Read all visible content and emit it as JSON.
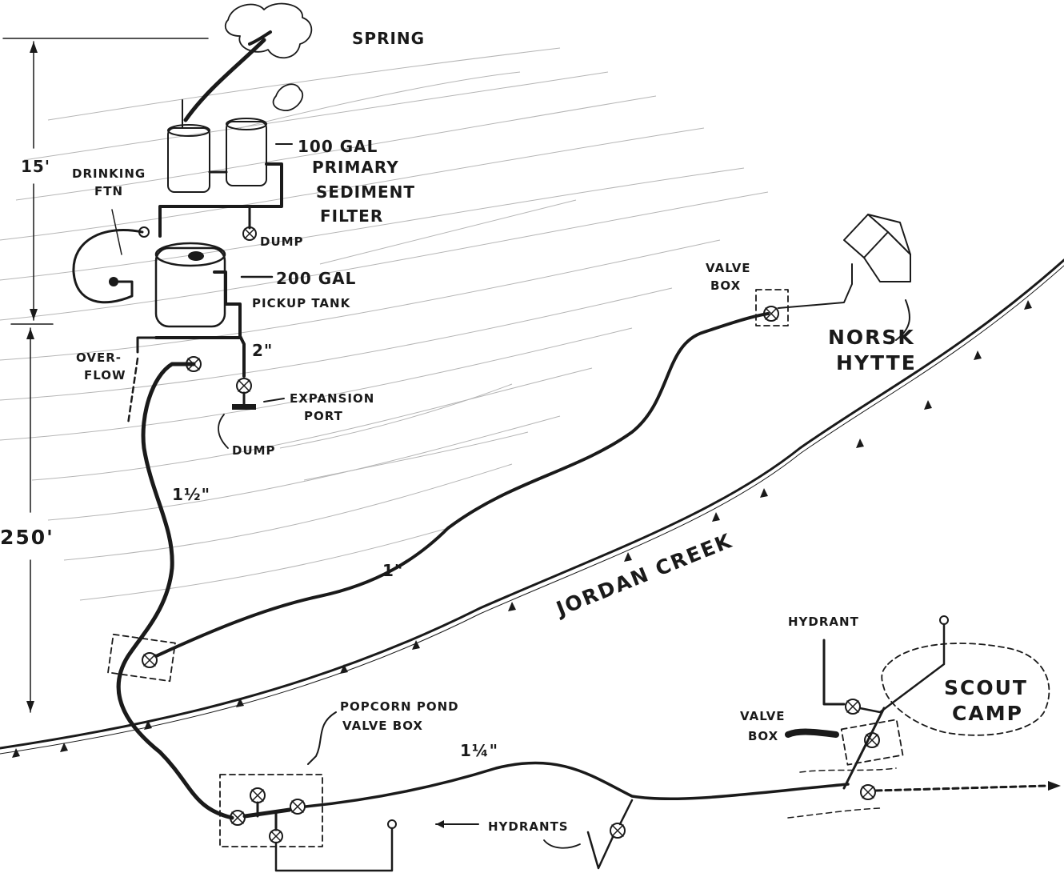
{
  "labels": {
    "spring": "SPRING",
    "tank_100": [
      "100 GAL",
      "PRIMARY",
      "SEDIMENT",
      "FILTER"
    ],
    "drinking_ftn": [
      "DRINKING",
      "FTN"
    ],
    "dump_1": "DUMP",
    "tank_200": [
      "200 GAL",
      "PICKUP TANK"
    ],
    "pipe_2in": "2\"",
    "overflow": [
      "OVER-",
      "FLOW"
    ],
    "expansion_port": [
      "EXPANSION",
      "PORT"
    ],
    "dump_2": "DUMP",
    "pipe_1_5in": "1½\"",
    "pipe_1in": "1\"",
    "jordan_creek": "JORDAN CREEK",
    "valve_box_norsk": [
      "VALVE",
      "BOX"
    ],
    "norsk_hytte": [
      "NORSK",
      "HYTTE"
    ],
    "dim_15": "15'",
    "dim_250": "250'",
    "popcorn_pond": [
      "POPCORN POND",
      "VALVE BOX"
    ],
    "pipe_1_25in": "1¼\"",
    "hydrants": "HYDRANTS",
    "hydrant": "HYDRANT",
    "valve_box_scout": [
      "VALVE",
      "BOX"
    ],
    "scout_camp": [
      "SCOUT",
      "CAMP"
    ]
  },
  "colors": {
    "ink": "#1a1a1a",
    "terrain": "#b5b5b5",
    "paper": "#ffffff"
  }
}
